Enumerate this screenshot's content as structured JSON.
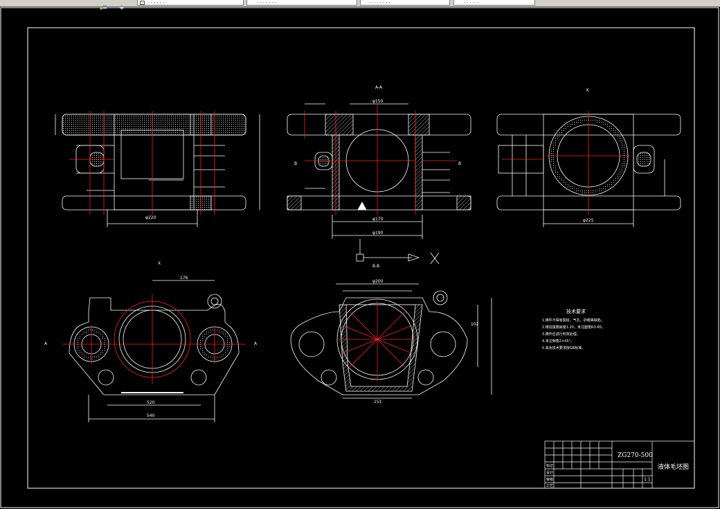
{
  "toolbar": {
    "tabs": [
      {
        "label": "· · · · · ·"
      },
      {
        "label": "· · · · · · ·"
      },
      {
        "label": "· · · · · · ·"
      },
      {
        "label": "· · · · ·"
      }
    ]
  },
  "drawing": {
    "section_a_label": "A-A",
    "section_k_label": "K",
    "view_bb_label": "B-B",
    "cut_b_left": "B",
    "cut_b_right": "B",
    "cut_a_left": "A",
    "cut_a_right": "A",
    "axis_x": "X",
    "dims": {
      "phi220": "φ220",
      "phi225": "φ225",
      "phi170": "φ170",
      "phi190": "φ190",
      "phi200": "φ200",
      "phi150": "φ150",
      "d540": "540",
      "d520": "520",
      "d176": "176",
      "d151": "151",
      "d102": "102"
    },
    "tech_title": "技术要求",
    "tech_lines": [
      "1.铸件不得有裂纹、气孔、砂眼等缺陷。",
      "2.铸造拔模斜度1:20，未注圆角R3-R5。",
      "3.铸件应进行时效处理。",
      "4.未注倒角2×45°。",
      "5.其余技术要求按GB标准。"
    ]
  },
  "title_block": {
    "drawing_no": "ZG270-500",
    "part_name": "液体毛坯图",
    "scale": "1:1",
    "rows": [
      "标记",
      "设计",
      "审核",
      "工艺"
    ]
  },
  "colors": {
    "background": "#000000",
    "lines": "#ffffff",
    "centerline": "#ff2020",
    "hatch": "#c8c8c8"
  }
}
